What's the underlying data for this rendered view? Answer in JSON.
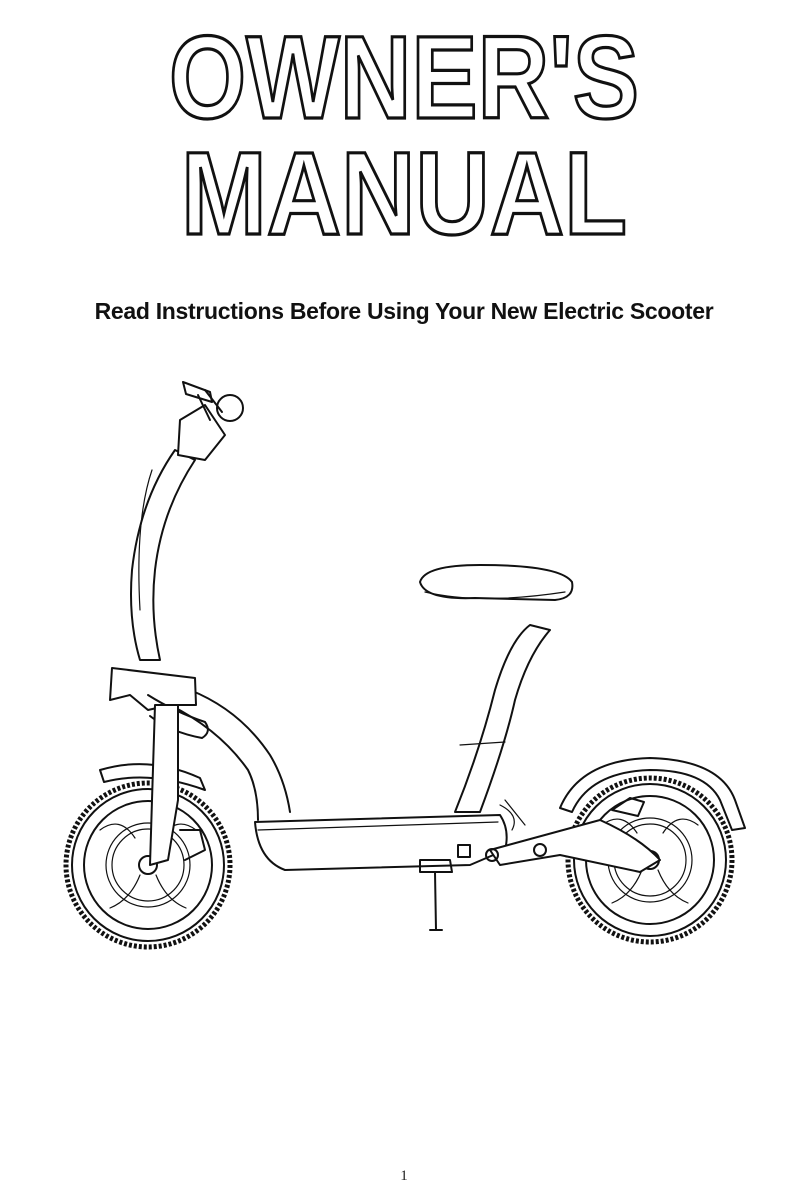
{
  "cover": {
    "title_line_1": "OWNER'S",
    "title_line_2": "MANUAL",
    "subtitle": "Read Instructions Before Using Your New Electric Scooter",
    "page_number": "1"
  },
  "illustration": {
    "subject": "electric scooter line drawing"
  }
}
